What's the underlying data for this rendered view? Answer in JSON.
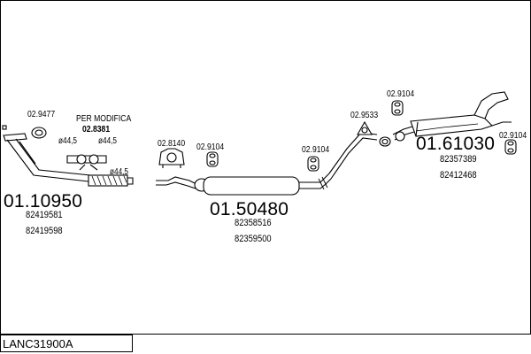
{
  "parts": [
    {
      "code": "01.10950",
      "oem": [
        "82419581",
        "82419598"
      ]
    },
    {
      "code": "01.50480",
      "oem": [
        "82358516",
        "82359500"
      ]
    },
    {
      "code": "01.61030",
      "oem": [
        "82357389",
        "82412468"
      ]
    }
  ],
  "fittings": {
    "f1": "02.9477",
    "f2": "02.8381",
    "f3": "02.8140",
    "f4": "02.9104",
    "f5": "02.9104",
    "f6": "02.9533",
    "f7": "02.9104",
    "f8": "02.9104"
  },
  "note": "PER MODIFICA",
  "diameters": [
    "ø44,5",
    "ø44,5",
    "ø44,5"
  ],
  "footer": {
    "code": "LANC31900A"
  }
}
